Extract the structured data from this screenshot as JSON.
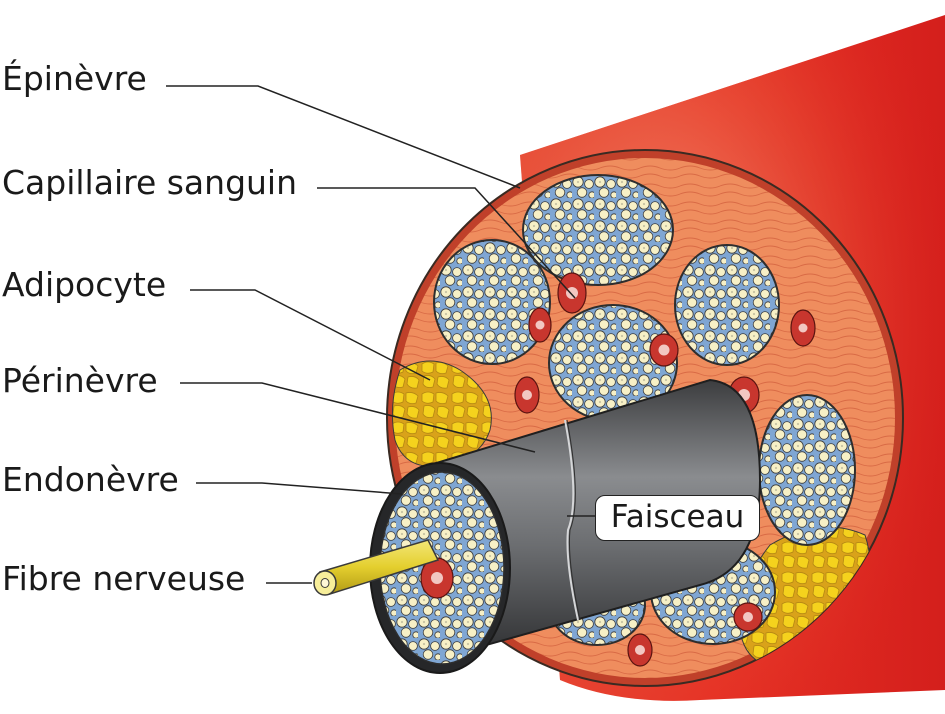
{
  "labels": {
    "epinevre": "Épinèvre",
    "capillaire": "Capillaire sanguin",
    "adipocyte": "Adipocyte",
    "perinevre": "Périnèvre",
    "endonevre": "Endonèvre",
    "fibre": "Fibre nerveuse",
    "faisceau": "Faisceau"
  },
  "colors": {
    "nerve_outer": "#e53024",
    "nerve_shade": "#f29a7c",
    "epineurium": "#ef8d5e",
    "epineurium_line": "#d96a45",
    "fascicle_blue": "#7fa6d3",
    "fiber_cream": "#f7f0c6",
    "fat_yellow": "#f5d21d",
    "capillary_red": "#c8362e",
    "perineurium_dark": "#505153",
    "fibre_yellow": "#e9d740",
    "leader_line": "#222222"
  }
}
